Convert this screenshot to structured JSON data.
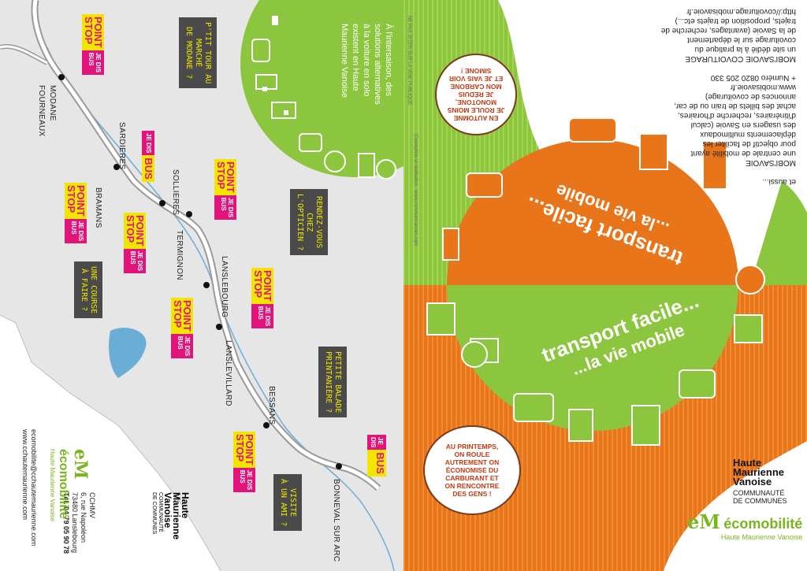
{
  "map": {
    "places": [
      "MODANE",
      "FOURNEAUX",
      "SARDIERES",
      "BRAMANS",
      "SOLLIERES",
      "TERMIGNON",
      "LANSLEBOURG",
      "LANSLEVILLARD",
      "BESSANS",
      "BONNEVAL SUR ARC"
    ],
    "badge_point": "POINT",
    "badge_stop": "STOP",
    "badge_bus": "BUS",
    "badge_jedis": "JE DIS",
    "bubbles": [
      "P'TIT TOUR AU\nMARCHÉ\nDE MODANE ?",
      "RENDEZ-VOUS\nCHEZ\nL'OPTICIEN ?",
      "UNE COURSE\nÀ FAIRE ?",
      "PETITE BALADE\nPRINTANIÈRE ?",
      "VISITE\nÀ UN AMI ?"
    ]
  },
  "green_text": "À l'intersaison, des\nsolutions alternatives\nà la voiture en solo\nexistent en Haute\nMaurienne Vanoise",
  "contact": {
    "org": "CCHMV",
    "address": "6, rue Napoléon\n73480 Lanslebourg",
    "phone": "Tél. 04 79 05 90 78",
    "email": "ecomobilite@cchautemaurienne.com",
    "web": "www.cchautemaurienne.com"
  },
  "logos": {
    "hmv_line1": "Haute",
    "hmv_line2": "Maurienne",
    "hmv_line3": "Vanoise",
    "cc_line1": "COMMUNAUTÉ",
    "cc_line2": "DE COMMUNES",
    "eco_name": "écomobilité",
    "eco_sub": "Haute Maurienne Vanoise",
    "eco_mark": "eM"
  },
  "right": {
    "title_green": "transport facile...",
    "sub_green": "...la vie mobile",
    "title_orange": "transport facile...",
    "sub_orange": "...la vie mobile",
    "speech_top": "EN AUTOMNE\nJE ROULE MOINS\nMONOTONE,\nJE RÉDUIS\nMON CARBONE\nET JE VAIS VOIR\nSIMONE !",
    "speech_bottom": "AU PRINTEMPS,\nON ROULE\nAUTREMENT ON\nÉCONOMISE DU\nCARBURANT ET\nON RENCONTRE\nDES GENS !",
    "info": "et aussi...\n\nMOBI'SAVOIE\nune centrale de mobilité ayant\npour objectif de faciliter les\ndéplacements multimodaux\ndes usagers en Savoie (calcul\nd'itinéraires, recherche d'horaires,\nachat des billets de train ou de car,\nannonces de covoiturage)\nwww.mobisavoie.fr\n+ Numéro 0820 205 330\n\nMOBI'SAVOIE COVOITURAGE\nun site dédié à la pratique du\ncovoiturage sur le département\nde la Savoie (avantages, recherche de\ntrajets, proposition de trajets etc...)\nhttp://covoiturage.mobisavoie.fr",
    "credit": "Conception et réalisation : www.communicatcom.com",
    "credit2": "NE PAS JETER SUR LA VOIE PUBLIQUE"
  },
  "colors": {
    "green": "#8cc63f",
    "orange": "#e8751a",
    "magenta": "#e2137a",
    "yellow": "#f2e600",
    "dark": "#4a4a4a",
    "blue": "#5aa7d6"
  }
}
